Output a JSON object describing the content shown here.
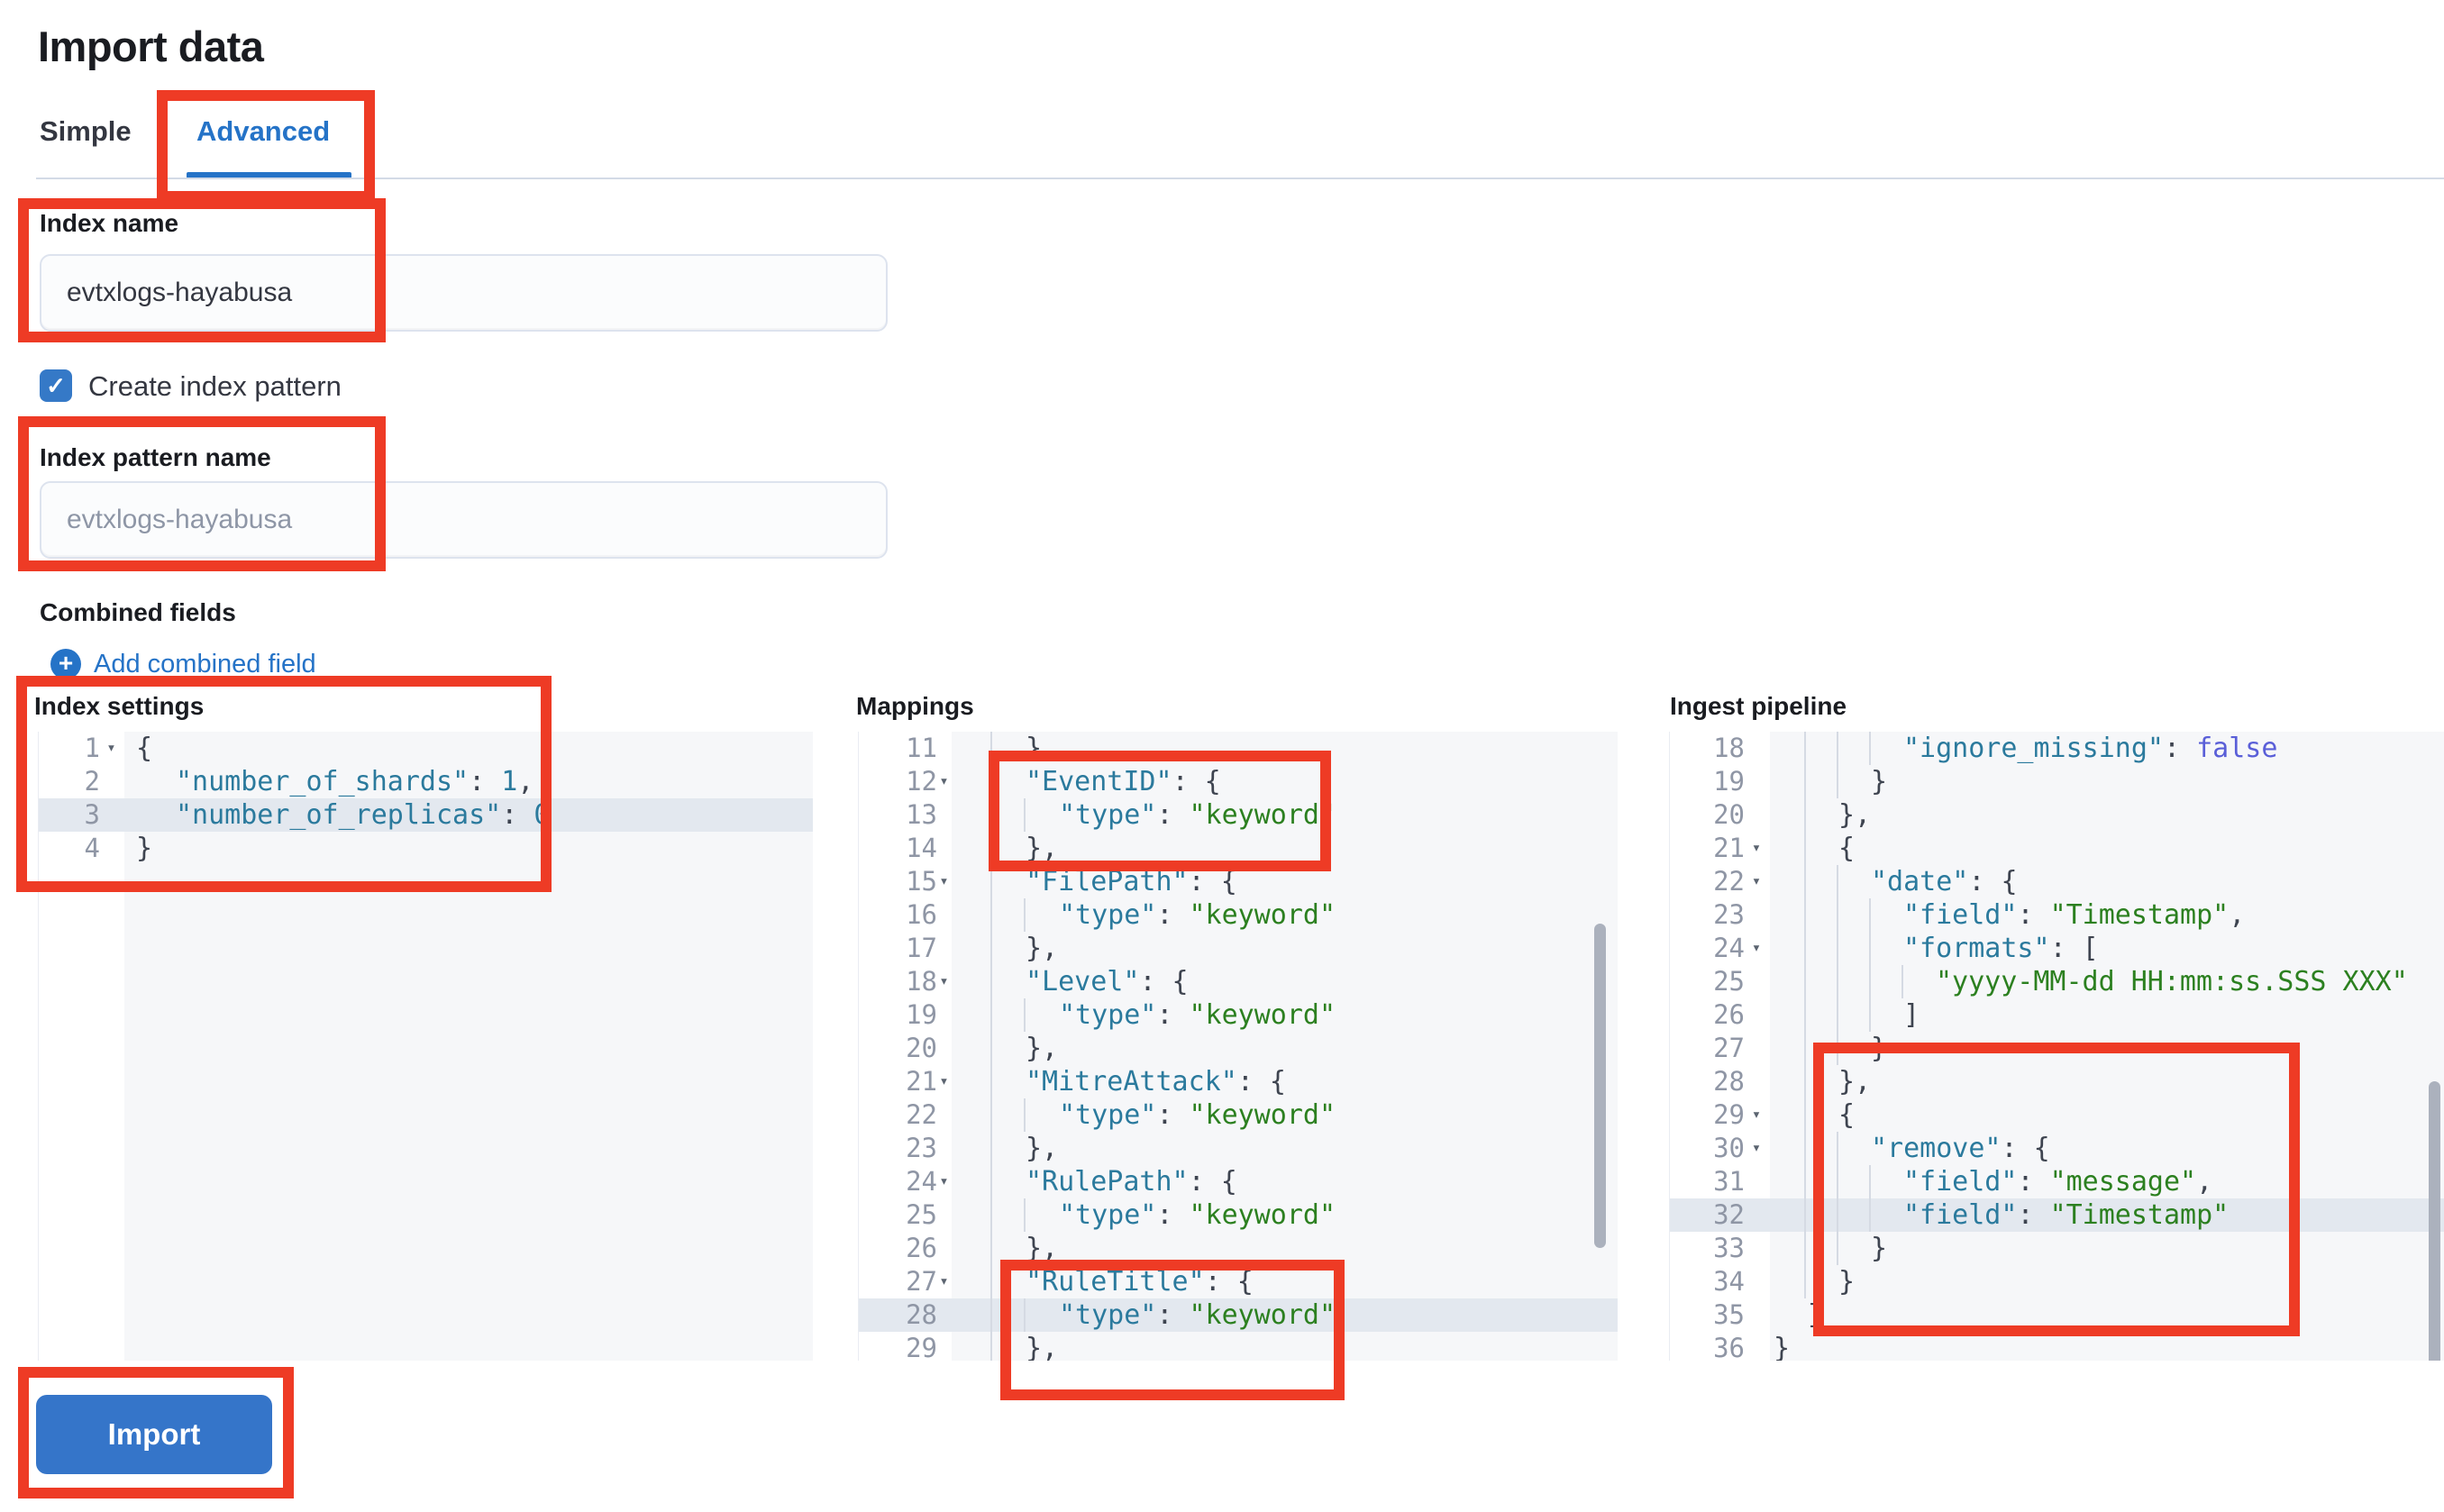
{
  "page": {
    "title": "Import data"
  },
  "tabs": [
    {
      "label": "Simple",
      "active": false
    },
    {
      "label": "Advanced",
      "active": true
    }
  ],
  "form": {
    "index_name": {
      "label": "Index name",
      "value": "evtxlogs-hayabusa"
    },
    "create_index_pattern": {
      "label": "Create index pattern",
      "checked": true
    },
    "index_pattern_name": {
      "label": "Index pattern name",
      "placeholder": "evtxlogs-hayabusa"
    },
    "combined_fields": {
      "label": "Combined fields",
      "add_link": "Add combined field"
    }
  },
  "import_button": {
    "label": "Import"
  },
  "colors": {
    "annotation_red": "#ee3b25",
    "link_blue": "#2573c7",
    "button_blue": "#3575c9",
    "editor_bg": "#f6f7f9",
    "highlight_row": "#e3e8ef",
    "syntax": {
      "key": "#2b7a9d",
      "string": "#2c8020",
      "number": "#2b7a9d",
      "boolean": "#5a5fd8",
      "punctuation": "#3e4450"
    }
  },
  "editors": [
    {
      "id": "ed1",
      "label": "Index settings",
      "lines": [
        {
          "n": 1,
          "fold": true,
          "lvl": 0,
          "tok": [
            [
              "p",
              "{"
            ]
          ]
        },
        {
          "n": 2,
          "lvl": 1,
          "tok": [
            [
              "k",
              "\"number_of_shards\""
            ],
            [
              "p",
              ": "
            ],
            [
              "n",
              "1"
            ],
            [
              "p",
              ","
            ]
          ]
        },
        {
          "n": 3,
          "lvl": 1,
          "hl": true,
          "tok": [
            [
              "k",
              "\"number_of_replicas\""
            ],
            [
              "p",
              ": "
            ],
            [
              "n",
              "0"
            ]
          ]
        },
        {
          "n": 4,
          "lvl": 0,
          "tok": [
            [
              "p",
              "}"
            ]
          ]
        }
      ]
    },
    {
      "id": "ed2",
      "label": "Mappings",
      "lines": [
        {
          "n": 11,
          "lvl": 2,
          "tok": [
            [
              "p",
              "},"
            ]
          ]
        },
        {
          "n": 12,
          "fold": true,
          "lvl": 2,
          "tok": [
            [
              "k",
              "\"EventID\""
            ],
            [
              "p",
              ": {"
            ]
          ]
        },
        {
          "n": 13,
          "lvl": 3,
          "tok": [
            [
              "k",
              "\"type\""
            ],
            [
              "p",
              ": "
            ],
            [
              "s",
              "\"keyword\""
            ]
          ]
        },
        {
          "n": 14,
          "lvl": 2,
          "tok": [
            [
              "p",
              "},"
            ]
          ]
        },
        {
          "n": 15,
          "fold": true,
          "lvl": 2,
          "tok": [
            [
              "k",
              "\"FilePath\""
            ],
            [
              "p",
              ": {"
            ]
          ]
        },
        {
          "n": 16,
          "lvl": 3,
          "tok": [
            [
              "k",
              "\"type\""
            ],
            [
              "p",
              ": "
            ],
            [
              "s",
              "\"keyword\""
            ]
          ]
        },
        {
          "n": 17,
          "lvl": 2,
          "tok": [
            [
              "p",
              "},"
            ]
          ]
        },
        {
          "n": 18,
          "fold": true,
          "lvl": 2,
          "tok": [
            [
              "k",
              "\"Level\""
            ],
            [
              "p",
              ": {"
            ]
          ]
        },
        {
          "n": 19,
          "lvl": 3,
          "tok": [
            [
              "k",
              "\"type\""
            ],
            [
              "p",
              ": "
            ],
            [
              "s",
              "\"keyword\""
            ]
          ]
        },
        {
          "n": 20,
          "lvl": 2,
          "tok": [
            [
              "p",
              "},"
            ]
          ]
        },
        {
          "n": 21,
          "fold": true,
          "lvl": 2,
          "tok": [
            [
              "k",
              "\"MitreAttack\""
            ],
            [
              "p",
              ": {"
            ]
          ]
        },
        {
          "n": 22,
          "lvl": 3,
          "tok": [
            [
              "k",
              "\"type\""
            ],
            [
              "p",
              ": "
            ],
            [
              "s",
              "\"keyword\""
            ]
          ]
        },
        {
          "n": 23,
          "lvl": 2,
          "tok": [
            [
              "p",
              "},"
            ]
          ]
        },
        {
          "n": 24,
          "fold": true,
          "lvl": 2,
          "tok": [
            [
              "k",
              "\"RulePath\""
            ],
            [
              "p",
              ": {"
            ]
          ]
        },
        {
          "n": 25,
          "lvl": 3,
          "tok": [
            [
              "k",
              "\"type\""
            ],
            [
              "p",
              ": "
            ],
            [
              "s",
              "\"keyword\""
            ]
          ]
        },
        {
          "n": 26,
          "lvl": 2,
          "tok": [
            [
              "p",
              "},"
            ]
          ]
        },
        {
          "n": 27,
          "fold": true,
          "lvl": 2,
          "tok": [
            [
              "k",
              "\"RuleTitle\""
            ],
            [
              "p",
              ": {"
            ]
          ]
        },
        {
          "n": 28,
          "lvl": 3,
          "hl": true,
          "tok": [
            [
              "k",
              "\"type\""
            ],
            [
              "p",
              ": "
            ],
            [
              "s",
              "\"keyword\""
            ]
          ]
        },
        {
          "n": 29,
          "lvl": 2,
          "tok": [
            [
              "p",
              "},"
            ]
          ]
        }
      ]
    },
    {
      "id": "ed3",
      "label": "Ingest pipeline",
      "lines": [
        {
          "n": 18,
          "lvl": 4,
          "tok": [
            [
              "k",
              "\"ignore_missing\""
            ],
            [
              "p",
              ": "
            ],
            [
              "b",
              "false"
            ]
          ]
        },
        {
          "n": 19,
          "lvl": 3,
          "tok": [
            [
              "p",
              "}"
            ]
          ]
        },
        {
          "n": 20,
          "lvl": 2,
          "tok": [
            [
              "p",
              "},"
            ]
          ]
        },
        {
          "n": 21,
          "fold": true,
          "lvl": 2,
          "tok": [
            [
              "p",
              "{"
            ]
          ]
        },
        {
          "n": 22,
          "fold": true,
          "lvl": 3,
          "tok": [
            [
              "k",
              "\"date\""
            ],
            [
              "p",
              ": {"
            ]
          ]
        },
        {
          "n": 23,
          "lvl": 4,
          "tok": [
            [
              "k",
              "\"field\""
            ],
            [
              "p",
              ": "
            ],
            [
              "s",
              "\"Timestamp\""
            ],
            [
              "p",
              ","
            ]
          ]
        },
        {
          "n": 24,
          "fold": true,
          "lvl": 4,
          "tok": [
            [
              "k",
              "\"formats\""
            ],
            [
              "p",
              ": ["
            ]
          ]
        },
        {
          "n": 25,
          "lvl": 5,
          "tok": [
            [
              "s",
              "\"yyyy-MM-dd HH:mm:ss.SSS XXX\""
            ]
          ]
        },
        {
          "n": 26,
          "lvl": 4,
          "tok": [
            [
              "p",
              "]"
            ]
          ]
        },
        {
          "n": 27,
          "lvl": 3,
          "tok": [
            [
              "p",
              "}"
            ]
          ]
        },
        {
          "n": 28,
          "lvl": 2,
          "tok": [
            [
              "p",
              "},"
            ]
          ]
        },
        {
          "n": 29,
          "fold": true,
          "lvl": 2,
          "tok": [
            [
              "p",
              "{"
            ]
          ]
        },
        {
          "n": 30,
          "fold": true,
          "lvl": 3,
          "tok": [
            [
              "k",
              "\"remove\""
            ],
            [
              "p",
              ": {"
            ]
          ]
        },
        {
          "n": 31,
          "lvl": 4,
          "tok": [
            [
              "k",
              "\"field\""
            ],
            [
              "p",
              ": "
            ],
            [
              "s",
              "\"message\""
            ],
            [
              "p",
              ","
            ]
          ]
        },
        {
          "n": 32,
          "lvl": 4,
          "hl": true,
          "tok": [
            [
              "k",
              "\"field\""
            ],
            [
              "p",
              ": "
            ],
            [
              "s",
              "\"Timestamp\""
            ]
          ]
        },
        {
          "n": 33,
          "lvl": 3,
          "tok": [
            [
              "p",
              "}"
            ]
          ]
        },
        {
          "n": 34,
          "lvl": 2,
          "tok": [
            [
              "p",
              "}"
            ]
          ]
        },
        {
          "n": 35,
          "lvl": 1,
          "tok": [
            [
              "p",
              "]"
            ]
          ]
        },
        {
          "n": 36,
          "lvl": 0,
          "tok": [
            [
              "p",
              "}"
            ]
          ]
        }
      ]
    }
  ]
}
